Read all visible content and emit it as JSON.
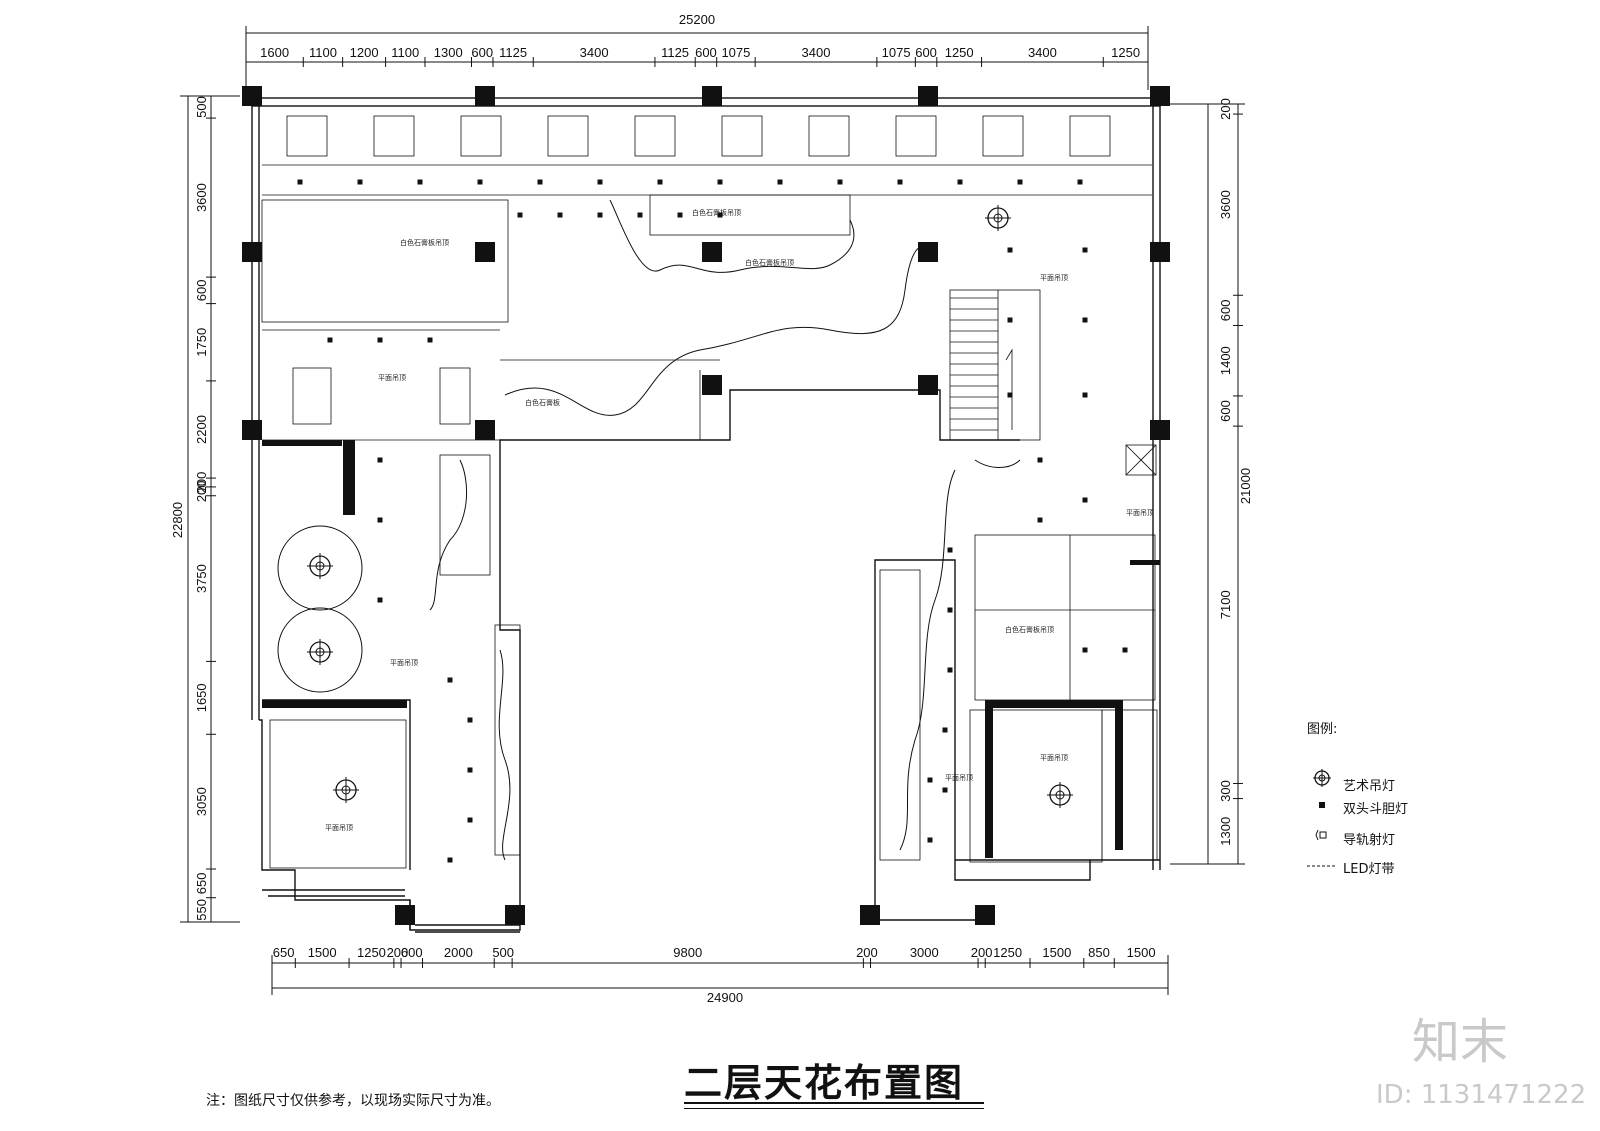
{
  "drawing": {
    "title": "二层天花布置图",
    "note": "注：图纸尺寸仅供参考，以现场实际尺寸为准。"
  },
  "dimensions": {
    "top_total": "25200",
    "top_segments": [
      "1600",
      "1100",
      "1200",
      "1100",
      "1300",
      "600",
      "1125",
      "3400",
      "1125",
      "600",
      "1075",
      "3400",
      "1075",
      "600",
      "1250",
      "3400",
      "1250"
    ],
    "bottom_total": "24900",
    "bottom_segments": [
      "650",
      "1500",
      "1250",
      "200",
      "600",
      "2000",
      "500",
      "9800",
      "200",
      "3000",
      "200",
      "1250",
      "1500",
      "850",
      "1500"
    ],
    "left_total": "22800",
    "left_segments": [
      "500",
      "3600",
      "600",
      "1750",
      "2200",
      "200",
      "200",
      "3750",
      "1650",
      "3050",
      "650",
      "550"
    ],
    "right_total": "21000",
    "right_segments": [
      "200",
      "3600",
      "600",
      "1400",
      "600",
      "7100",
      "300",
      "1300"
    ]
  },
  "rooms": {
    "ceiling_label": "白色石膏板吊顶",
    "ceiling_label_short": "白色石膏板",
    "flat_label": "平面吊顶"
  },
  "legend": {
    "title": "图例:",
    "items": [
      {
        "label": "艺术吊灯",
        "icon": "chandelier-icon"
      },
      {
        "label": "双头斗胆灯",
        "icon": "double-spotlight-icon"
      },
      {
        "label": "导轨射灯",
        "icon": "track-spotlight-icon"
      },
      {
        "label": "LED灯带",
        "icon": "led-strip-icon"
      }
    ]
  },
  "watermark": {
    "brand": "知末",
    "id": "ID: 1131471222"
  }
}
